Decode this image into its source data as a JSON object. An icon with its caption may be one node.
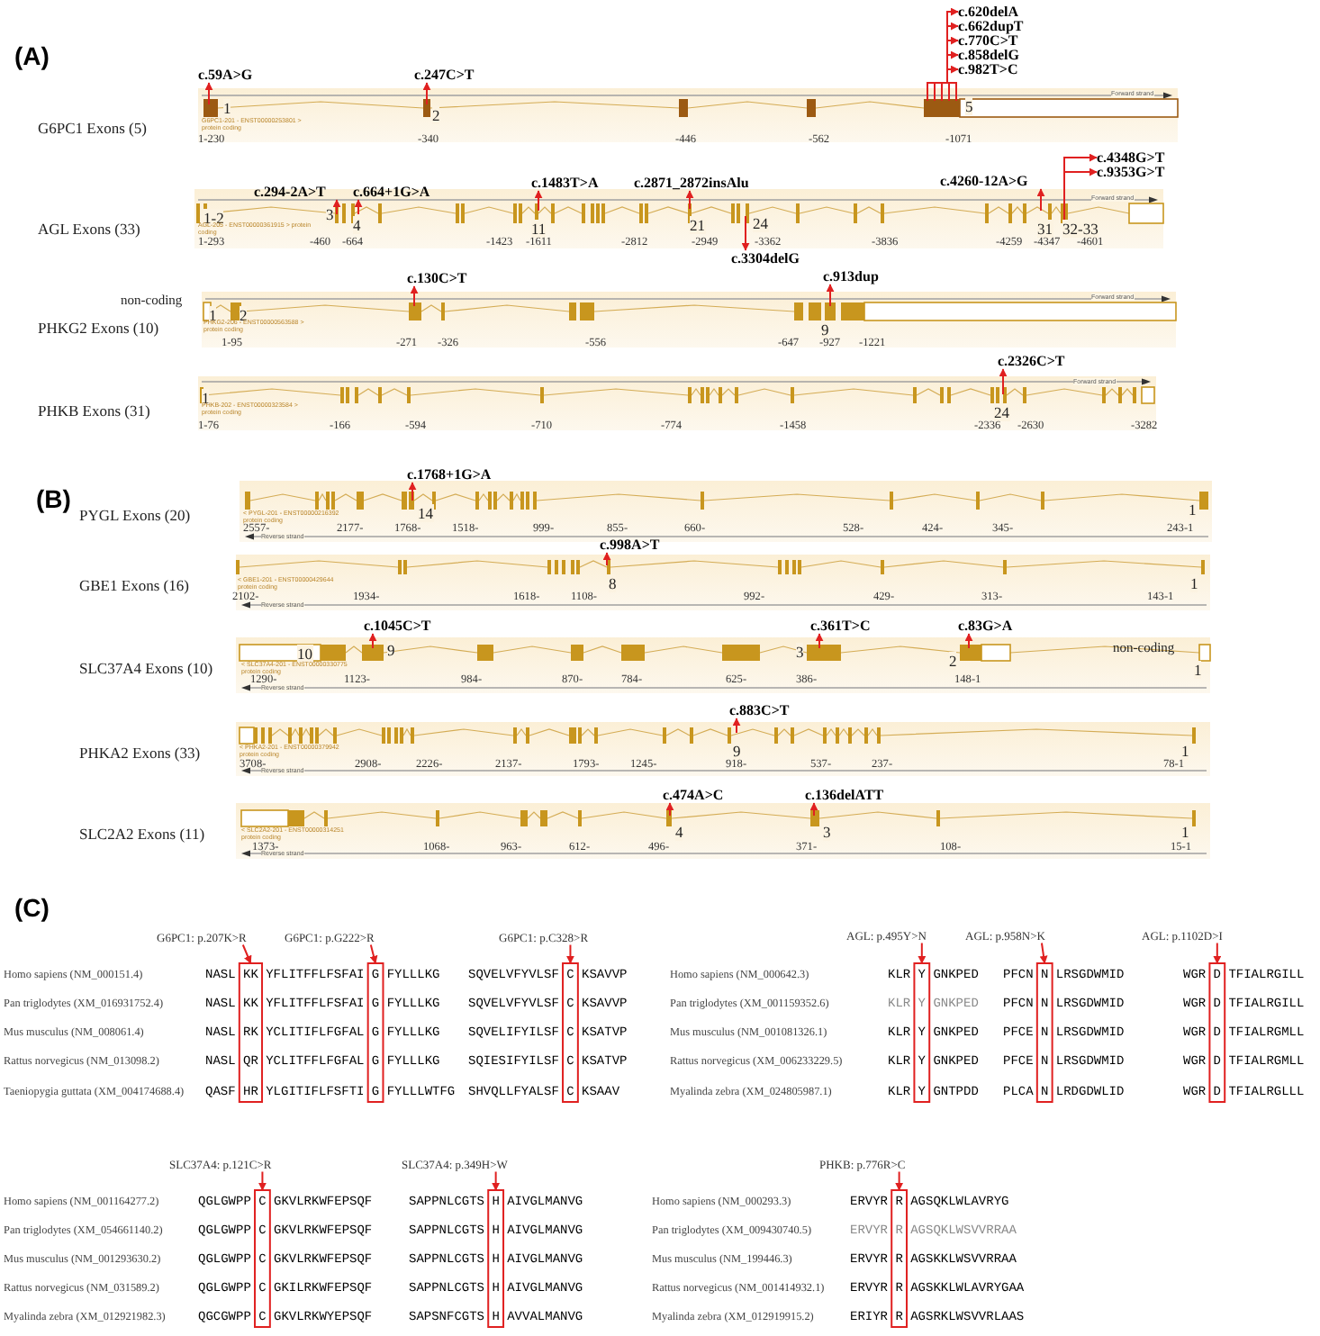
{
  "diagram": {
    "nodes": [
      {
        "text": [
          "c.620delA"
        ]
      },
      {
        "text": [
          "c.662dupT"
        ]
      },
      {
        "text": [
          "c.770C>T"
        ]
      },
      {
        "text": [
          "c.858delG"
        ]
      },
      {
        "text": [
          "c.982T>C"
        ]
      },
      {
        "text": [
          "c.59A>G"
        ]
      },
      {
        "text": [
          "c.247C>T"
        ]
      },
      {
        "text": [
          "G6PC1 Exons (5)",
          "1",
          "2",
          "5",
          "G6PC1-201 - ENST00000253801 > protein coding",
          "1-230",
          "-340",
          "-446",
          "-562",
          "-1071",
          "Forward strand"
        ]
      },
      {
        "text": [
          "c.4348G>T"
        ]
      },
      {
        "text": [
          "c.9353G>T"
        ]
      },
      {
        "text": [
          "c.1483T>A"
        ]
      },
      {
        "text": [
          "c.2871_2872insAlu"
        ]
      },
      {
        "text": [
          "c.4260-12A>G"
        ]
      },
      {
        "text": [
          "c.294-2A>T"
        ]
      },
      {
        "text": [
          "c.664+1G>A"
        ]
      },
      {
        "text": [
          "AGL Exons (33)",
          "1-2",
          "3",
          "4",
          "11",
          "21",
          "24",
          "31",
          "32-33",
          "AGL-205 - ENST00000361915 > protein coding",
          "1-293",
          "-460",
          "-664",
          "-1423",
          "-1611",
          "-2812",
          "-2949",
          "-3362",
          "-3836",
          "-4259",
          "-4347",
          "-4601",
          "Forward strand"
        ]
      },
      {
        "text": [
          "c.3304delG"
        ]
      },
      {
        "text": [
          "c.130C>T"
        ]
      },
      {
        "text": [
          "c.913dup"
        ]
      },
      {
        "text": [
          "PHKG2 Exons (10)",
          "non-coding",
          "1",
          "2",
          "9",
          "PHKG2-206 - ENST00000563588 > protein coding",
          "1-95",
          "-271",
          "-326",
          "-556",
          "-647",
          "-927",
          "-1221",
          "Forward strand"
        ]
      },
      {
        "text": [
          "c.2326C>T"
        ]
      },
      {
        "text": [
          "PHKB Exons (31)",
          "1",
          "24",
          "PHKB-202 - ENST00000323584 > protein coding",
          "1-76",
          "-166",
          "-594",
          "-710",
          "-774",
          "-1458",
          "-2336",
          "-2630",
          "-3282",
          "Forward strand"
        ]
      },
      {
        "text": [
          "c.1768+1G>A"
        ]
      },
      {
        "text": [
          "PYGL Exons (20)",
          "14",
          "1",
          "< PYGL-201 - ENST00000216392 protein coding",
          "2557-",
          "2177-",
          "1768-",
          "1518-",
          "999-",
          "855-",
          "660-",
          "528-",
          "424-",
          "345-",
          "243-1",
          "Reverse strand"
        ]
      },
      {
        "text": [
          "c.998A>T"
        ]
      },
      {
        "text": [
          "GBE1 Exons (16)",
          "8",
          "1",
          "< GBE1-201 - ENST00000429644 protein coding",
          "2102-",
          "1934-",
          "1618-",
          "1108-",
          "992-",
          "429-",
          "313-",
          "143-1",
          "Reverse strand"
        ]
      },
      {
        "text": [
          "c.1045C>T"
        ]
      },
      {
        "text": [
          "c.361T>C"
        ]
      },
      {
        "text": [
          "c.83G>A"
        ]
      },
      {
        "text": [
          "SLC37A4 Exons (10)",
          "10",
          "9",
          "3",
          "2",
          "non-coding",
          "1",
          "< SLC37A4-201 - ENST00000330775 protein coding",
          "1290-",
          "1123-",
          "984-",
          "870-",
          "784-",
          "625-",
          "386-",
          "148-1",
          "Reverse strand"
        ]
      },
      {
        "text": [
          "c.883C>T"
        ]
      },
      {
        "text": [
          "PHKA2 Exons (33)",
          "9",
          "1",
          "< PHKA2-201 - ENST00000379942 protein coding",
          "3708-",
          "2908-",
          "2226-",
          "2137-",
          "1793-",
          "1245-",
          "918-",
          "537-",
          "237-",
          "78-1",
          "Reverse strand"
        ]
      },
      {
        "text": [
          "c.474A>C"
        ]
      },
      {
        "text": [
          "c.136delATT"
        ]
      },
      {
        "text": [
          "SLC2A2 Exons (11)",
          "4",
          "3",
          "1",
          "< SLC2A2-201 - ENST00000314251 protein coding",
          "1373-",
          "1068-",
          "963-",
          "612-",
          "496-",
          "371-",
          "108-",
          "15-1",
          "Reverse strand"
        ]
      },
      {
        "text": [
          "G6PC1: p.207K>R"
        ]
      },
      {
        "text": [
          "G6PC1: p.G222>R"
        ]
      },
      {
        "text": [
          "G6PC1: p.C328>R"
        ]
      },
      {
        "text": [
          "AGL: p.495Y>N"
        ]
      },
      {
        "text": [
          "AGL: p.958N>K"
        ]
      },
      {
        "text": [
          "AGL: p.1102D>I"
        ]
      },
      {
        "text": [
          "SLC37A4: p.121C>R"
        ]
      },
      {
        "text": [
          "SLC37A4: p.349H>W"
        ]
      },
      {
        "text": [
          "PHKB: p.776R>C"
        ]
      },
      {
        "text": [],
        "shape": "box"
      },
      {
        "text": [],
        "shape": "box"
      },
      {
        "text": [],
        "shape": "box"
      },
      {
        "text": [],
        "shape": "box"
      },
      {
        "text": [],
        "shape": "box"
      },
      {
        "text": [],
        "shape": "box"
      },
      {
        "text": [],
        "shape": "box"
      },
      {
        "text": [],
        "shape": "box"
      },
      {
        "text": [],
        "shape": "box"
      }
    ],
    "edges": [
      {
        "from": 7,
        "to": 0,
        "arrow": "to"
      },
      {
        "from": 7,
        "to": 1,
        "arrow": "to"
      },
      {
        "from": 7,
        "to": 2,
        "arrow": "to"
      },
      {
        "from": 7,
        "to": 3,
        "arrow": "to"
      },
      {
        "from": 7,
        "to": 4,
        "arrow": "to"
      },
      {
        "from": 7,
        "to": 5,
        "arrow": "to"
      },
      {
        "from": 7,
        "to": 6,
        "arrow": "to"
      },
      {
        "from": 15,
        "to": 8,
        "arrow": "to"
      },
      {
        "from": 15,
        "to": 9,
        "arrow": "to"
      },
      {
        "from": 15,
        "to": 10,
        "arrow": "to"
      },
      {
        "from": 15,
        "to": 11,
        "arrow": "to"
      },
      {
        "from": 15,
        "to": 12,
        "arrow": "to"
      },
      {
        "from": 15,
        "to": 13,
        "arrow": "to"
      },
      {
        "from": 15,
        "to": 14,
        "arrow": "to"
      },
      {
        "from": 15,
        "to": 16,
        "arrow": "to"
      },
      {
        "from": 19,
        "to": 17,
        "arrow": "to"
      },
      {
        "from": 19,
        "to": 18,
        "arrow": "to"
      },
      {
        "from": 21,
        "to": 20,
        "arrow": "to"
      },
      {
        "from": 23,
        "to": 22,
        "arrow": "to"
      },
      {
        "from": 25,
        "to": 24,
        "arrow": "to"
      },
      {
        "from": 29,
        "to": 26,
        "arrow": "to"
      },
      {
        "from": 29,
        "to": 27,
        "arrow": "to"
      },
      {
        "from": 29,
        "to": 28,
        "arrow": "to"
      },
      {
        "from": 31,
        "to": 30,
        "arrow": "to"
      },
      {
        "from": 34,
        "to": 32,
        "arrow": "to"
      },
      {
        "from": 34,
        "to": 33,
        "arrow": "to"
      },
      {
        "from": 35,
        "to": 44,
        "arrow": "to"
      },
      {
        "from": 36,
        "to": 45,
        "arrow": "to"
      },
      {
        "from": 37,
        "to": 46,
        "arrow": "to"
      },
      {
        "from": 38,
        "to": 47,
        "arrow": "to"
      },
      {
        "from": 39,
        "to": 48,
        "arrow": "to"
      },
      {
        "from": 40,
        "to": 49,
        "arrow": "to"
      },
      {
        "from": 41,
        "to": 50,
        "arrow": "to"
      },
      {
        "from": 42,
        "to": 51,
        "arrow": "to"
      },
      {
        "from": 43,
        "to": 52,
        "arrow": "to"
      }
    ],
    "labels": [
      "(A)",
      "(B)",
      "(C)",
      "Homo sapiens (NM_000151.4)",
      "NASL KK YFLITFFLFSFAI G FYLLLKG",
      "SQVELVFYVLSF C KSAVVP",
      "Pan triglodytes (XM_016931752.4)",
      "NASL KK YFLITFFLFSFAI G FYLLLKG",
      "SQVELVFYVLSF C KSAVVP",
      "Mus musculus (NM_008061.4)",
      "NASL RK YCLITIFLFGFAL G FYLLLKG",
      "SQVELIFYILSF C KSATVP",
      "Rattus norvegicus (NM_013098.2)",
      "NASL QR YCLITFFLFGFAL G FYLLLKG",
      "SQIESIFYILSF C KSATVP",
      "Taeniopygia guttata (XM_004174688.4)",
      "QASF HR YLGITIFLFSFTI G FYLLLWTFG",
      "SHVQLLFYALSF C KSAAV",
      "Homo sapiens (NM_000642.3)",
      "KLR Y GNKPED",
      "PFCN N LRSGDWMID",
      "WGR D TFIALRGILL",
      "Pan triglodytes (XM_001159352.6)",
      "KLR Y GNKPED",
      "PFCN N LRSGDWMID",
      "WGR D TFIALRGILL",
      "Mus musculus (NM_001081326.1)",
      "KLR Y GNKPED",
      "PFCE N LRSGDWMID",
      "WGR D TFIALRGMLL",
      "Rattus norvegicus (XM_006233229.5)",
      "KLR Y GNKPED",
      "PFCE N LRSGDWMID",
      "WGR D TFIALRGMLL",
      "Myalinda zebra (XM_024805987.1)",
      "KLR Y GNTPDD",
      "PLCA N LRDGDWLID",
      "WGR D TFIALRGLLL",
      "Homo sapiens (NM_001164277.2)",
      "QGLGWPP C GKVLRKWFEPSQF",
      "SAPPNLCGTS H AIVGLMANVG",
      "Pan triglodytes (XM_054661140.2)",
      "QGLGWPP C GKVLRKWFEPSQF",
      "SAPPNLCGTS H AIVGLMANVG",
      "Mus musculus (NM_001293630.2)",
      "QGLGWPP C GKVLRKWFEPSQF",
      "SAPPNLCGTS H AIVGLMANVG",
      "Rattus norvegicus (NM_031589.2)",
      "QGLGWPP C GKILRKWFEPSQF",
      "SAPPNLCGTS H AIVGLMANVG",
      "Myalinda zebra (XM_012921982.3)",
      "QGCGWPP C GKVLRKWYEPSQF",
      "SAPSNFCGTS H AVVALMANVG",
      "Homo sapiens (NM_000293.3)",
      "ERVYR R AGSQKLWLAVRYG",
      "Pan triglodytes (XM_009430740.5)",
      "ERVYR R AGSQKLWSVVRRAA",
      "Mus musculus (NM_199446.3)",
      "ERVYR R AGSKKLWSVVRRAA",
      "Rattus norvegicus (NM_001414932.1)",
      "ERVYR R AGSKKLWLAVRYGAA",
      "Myalinda zebra (XM_012919915.2)",
      "ERIYR R AGSRKLWSVVRLAAS"
    ]
  }
}
